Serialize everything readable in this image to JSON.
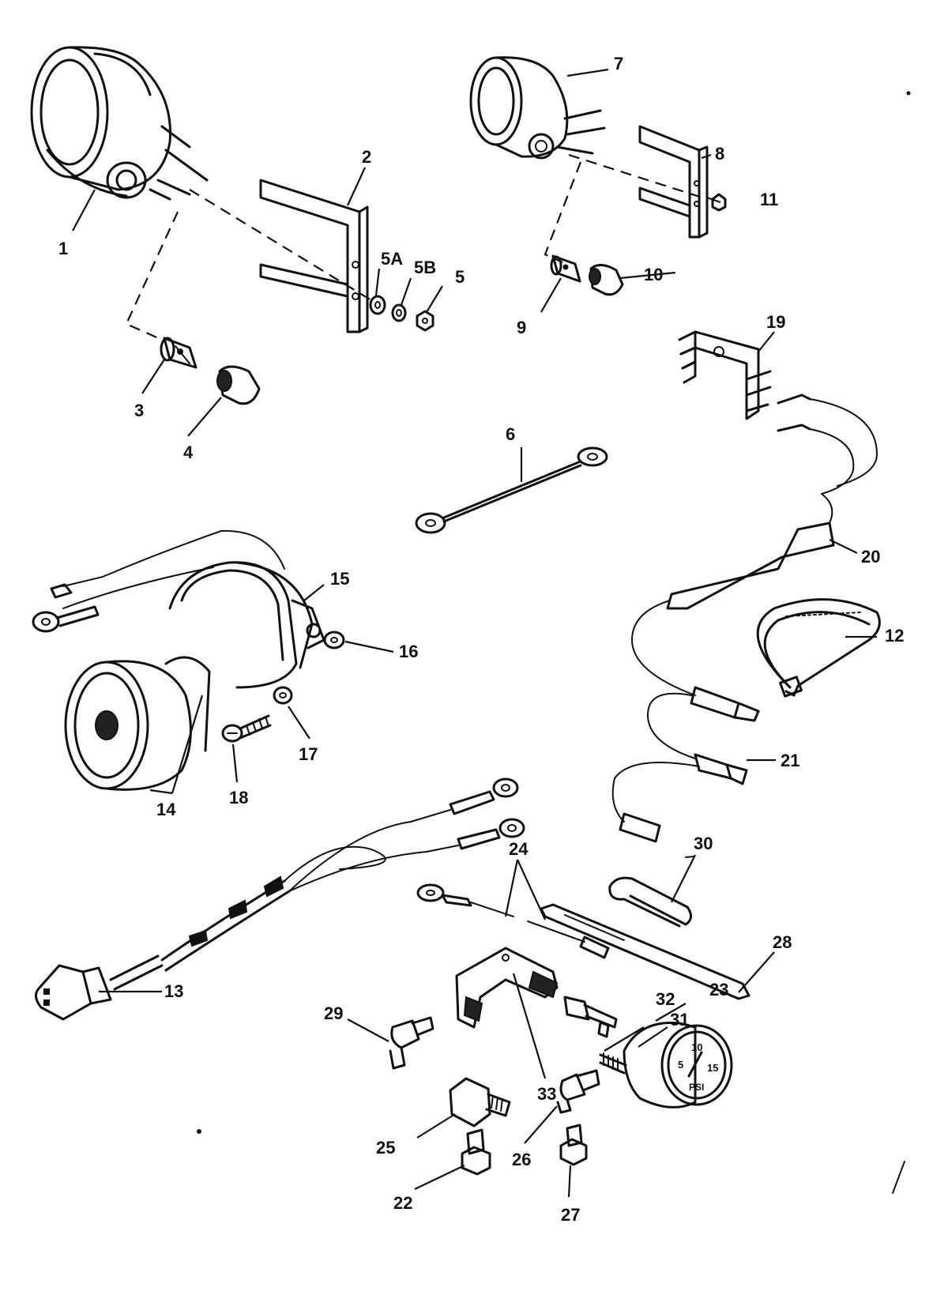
{
  "callouts": [
    {
      "id": "c1",
      "label": "1"
    },
    {
      "id": "c2",
      "label": "2"
    },
    {
      "id": "c3",
      "label": "3"
    },
    {
      "id": "c4",
      "label": "4"
    },
    {
      "id": "c5",
      "label": "5"
    },
    {
      "id": "c5a",
      "label": "5A"
    },
    {
      "id": "c5b",
      "label": "5B"
    },
    {
      "id": "c6",
      "label": "6"
    },
    {
      "id": "c7",
      "label": "7"
    },
    {
      "id": "c8",
      "label": "8"
    },
    {
      "id": "c9",
      "label": "9"
    },
    {
      "id": "c10",
      "label": "10"
    },
    {
      "id": "c11",
      "label": "11"
    },
    {
      "id": "c12",
      "label": "12"
    },
    {
      "id": "c13",
      "label": "13"
    },
    {
      "id": "c14",
      "label": "14"
    },
    {
      "id": "c15",
      "label": "15"
    },
    {
      "id": "c16",
      "label": "16"
    },
    {
      "id": "c17",
      "label": "17"
    },
    {
      "id": "c18",
      "label": "18"
    },
    {
      "id": "c19",
      "label": "19"
    },
    {
      "id": "c20",
      "label": "20"
    },
    {
      "id": "c21",
      "label": "21"
    },
    {
      "id": "c22",
      "label": "22"
    },
    {
      "id": "c23",
      "label": "23"
    },
    {
      "id": "c24",
      "label": "24"
    },
    {
      "id": "c25",
      "label": "25"
    },
    {
      "id": "c26",
      "label": "26"
    },
    {
      "id": "c27",
      "label": "27"
    },
    {
      "id": "c28",
      "label": "28"
    },
    {
      "id": "c29",
      "label": "29"
    },
    {
      "id": "c30",
      "label": "30"
    },
    {
      "id": "c31",
      "label": "31"
    },
    {
      "id": "c32",
      "label": "32"
    },
    {
      "id": "c33",
      "label": "33"
    }
  ],
  "gauge_face": {
    "t1": "5",
    "t2": "10",
    "t3": "15",
    "t4": "PSI"
  }
}
